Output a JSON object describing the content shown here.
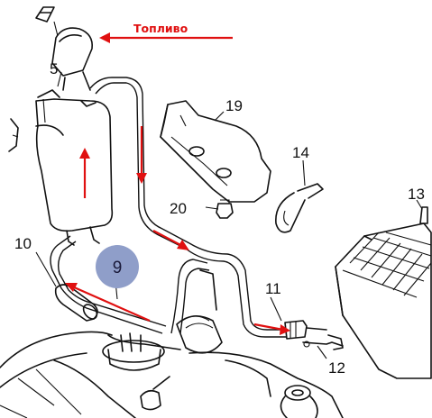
{
  "fuel_label": "Топливо",
  "labels": {
    "l5": "5",
    "l9": "9",
    "l10": "10",
    "l11": "11",
    "l12": "12",
    "l13": "13",
    "l14": "14",
    "l19": "19",
    "l20": "20"
  },
  "colors": {
    "arrow": "#e01010",
    "badge": "#8f9ec9",
    "ink": "#111111"
  }
}
